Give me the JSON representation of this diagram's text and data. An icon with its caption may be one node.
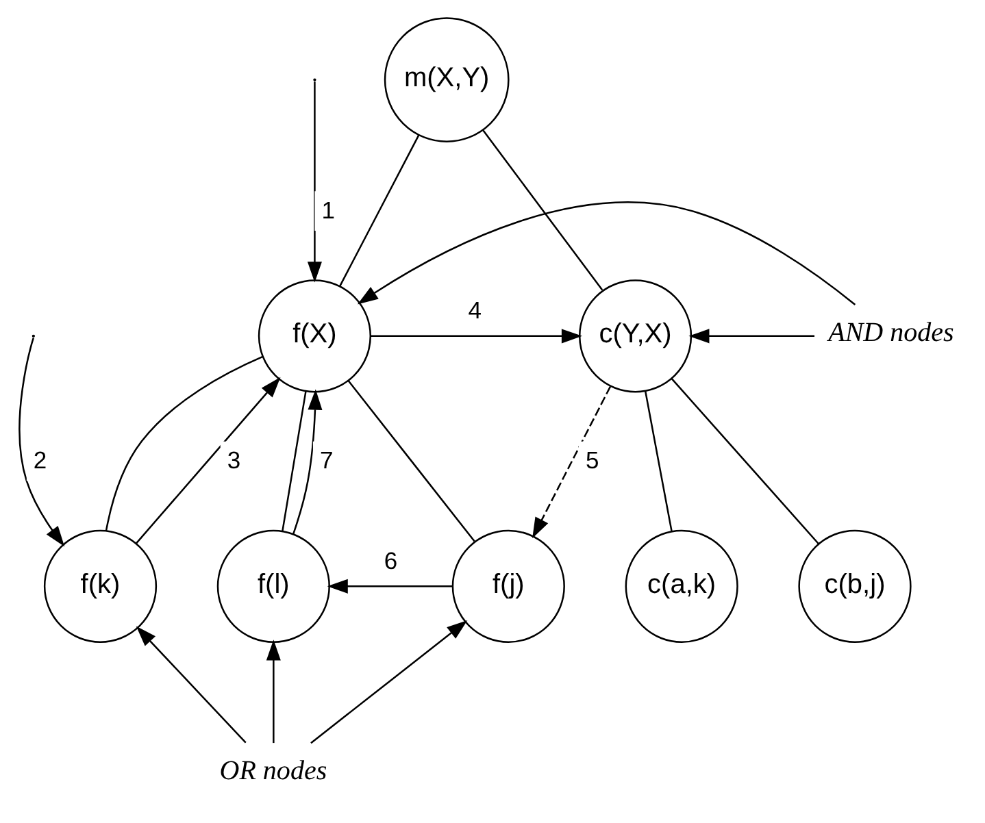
{
  "diagram": {
    "nodes": [
      {
        "text": [
          "m(X,Y)"
        ]
      },
      {
        "text": [
          "f(X)"
        ]
      },
      {
        "text": [
          "c(Y,X)"
        ]
      },
      {
        "text": [
          "f(k)"
        ]
      },
      {
        "text": [
          "f(j)"
        ]
      },
      {
        "text": [
          "f(l)"
        ]
      },
      {
        "text": [
          "c(a,k)"
        ]
      },
      {
        "text": [
          "c(b,j)"
        ]
      },
      {
        "text": [
          "AND nodes"
        ]
      },
      {
        "text": [
          "OR nodes"
        ]
      }
    ],
    "edges": [
      {
        "from": 0,
        "to": 1,
        "arrow": "none"
      },
      {
        "from": 0,
        "to": 2,
        "arrow": "none"
      },
      {
        "from": 1,
        "to": 3,
        "arrow": "none"
      },
      {
        "from": 1,
        "to": 4,
        "arrow": "none"
      },
      {
        "from": 1,
        "to": 5,
        "arrow": "none"
      },
      {
        "from": 2,
        "to": 6,
        "arrow": "none"
      },
      {
        "from": 2,
        "to": 7,
        "arrow": "none"
      },
      {
        "from": null,
        "to": 1,
        "arrow": "to",
        "label": "1"
      },
      {
        "from": null,
        "to": 3,
        "arrow": "to",
        "label": "2"
      },
      {
        "from": 3,
        "to": 1,
        "arrow": "to",
        "label": "3"
      },
      {
        "from": 1,
        "to": 2,
        "arrow": "to",
        "label": "4"
      },
      {
        "from": 2,
        "to": 4,
        "arrow": "to",
        "label": "5",
        "style": "dashed"
      },
      {
        "from": 4,
        "to": 5,
        "arrow": "to",
        "label": "6"
      },
      {
        "from": 5,
        "to": 1,
        "arrow": "to",
        "label": "7"
      },
      {
        "from": 8,
        "to": 1,
        "arrow": "to"
      },
      {
        "from": 8,
        "to": 2,
        "arrow": "to"
      },
      {
        "from": 9,
        "to": 3,
        "arrow": "to"
      },
      {
        "from": 9,
        "to": 4,
        "arrow": "to"
      },
      {
        "from": 9,
        "to": 5,
        "arrow": "to"
      }
    ]
  }
}
